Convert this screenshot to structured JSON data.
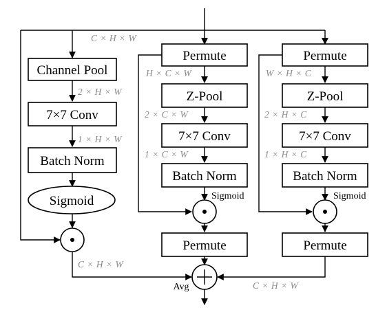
{
  "labels": {
    "channel_pool": "Channel Pool",
    "conv_left": "7×7 Conv",
    "batch_norm_left": "Batch Norm",
    "sigmoid_left": "Sigmoid",
    "permute_mid_top": "Permute",
    "zpool_mid": "Z-Pool",
    "conv_mid": "7×7 Conv",
    "batch_norm_mid": "Batch Norm",
    "sigmoid_mid": "Sigmoid",
    "permute_mid_bottom": "Permute",
    "permute_right_top": "Permute",
    "zpool_right": "Z-Pool",
    "conv_right": "7×7 Conv",
    "batch_norm_right": "Batch Norm",
    "sigmoid_right": "Sigmoid",
    "permute_right_bottom": "Permute",
    "avg": "Avg"
  },
  "dims": {
    "input": "C × H × W",
    "left_pool_out": "2 × H × W",
    "left_conv_out": "1 × H × W",
    "mid_permute_out": "H × C × W",
    "mid_pool_out": "2 × C × W",
    "mid_conv_out": "1 × C × W",
    "right_permute_out": "W × H × C",
    "right_pool_out": "2 × H × C",
    "right_conv_out": "1 × H × C",
    "left_branch_out": "C × H × W",
    "right_branch_out": "C × H × W"
  },
  "symbols": {
    "multiply": "⊙",
    "add": "+"
  }
}
